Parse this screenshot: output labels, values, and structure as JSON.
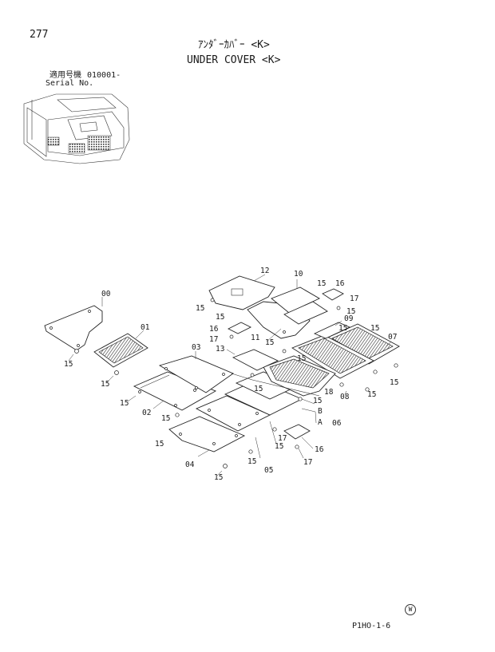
{
  "header": {
    "page_number": "277",
    "title_jp": "ｱﾝﾀﾞｰｶﾊﾞｰ <K>",
    "title_en": "UNDER COVER <K>",
    "serial_label_jp": "適用号機",
    "serial_label_en": "Serial No.",
    "serial_value": "010001-"
  },
  "footer": {
    "page_code": "P1HO-1-6",
    "mark": "W"
  },
  "callouts": [
    "00",
    "01",
    "02",
    "03",
    "04",
    "05",
    "06",
    "07",
    "08",
    "09",
    "10",
    "11",
    "12",
    "13",
    "15",
    "15",
    "15",
    "15",
    "15",
    "15",
    "15",
    "15",
    "15",
    "15",
    "15",
    "15",
    "15",
    "15",
    "15",
    "15",
    "15",
    "15",
    "15",
    "15",
    "16",
    "16",
    "16",
    "17",
    "17",
    "17",
    "17",
    "18",
    "A",
    "B"
  ]
}
